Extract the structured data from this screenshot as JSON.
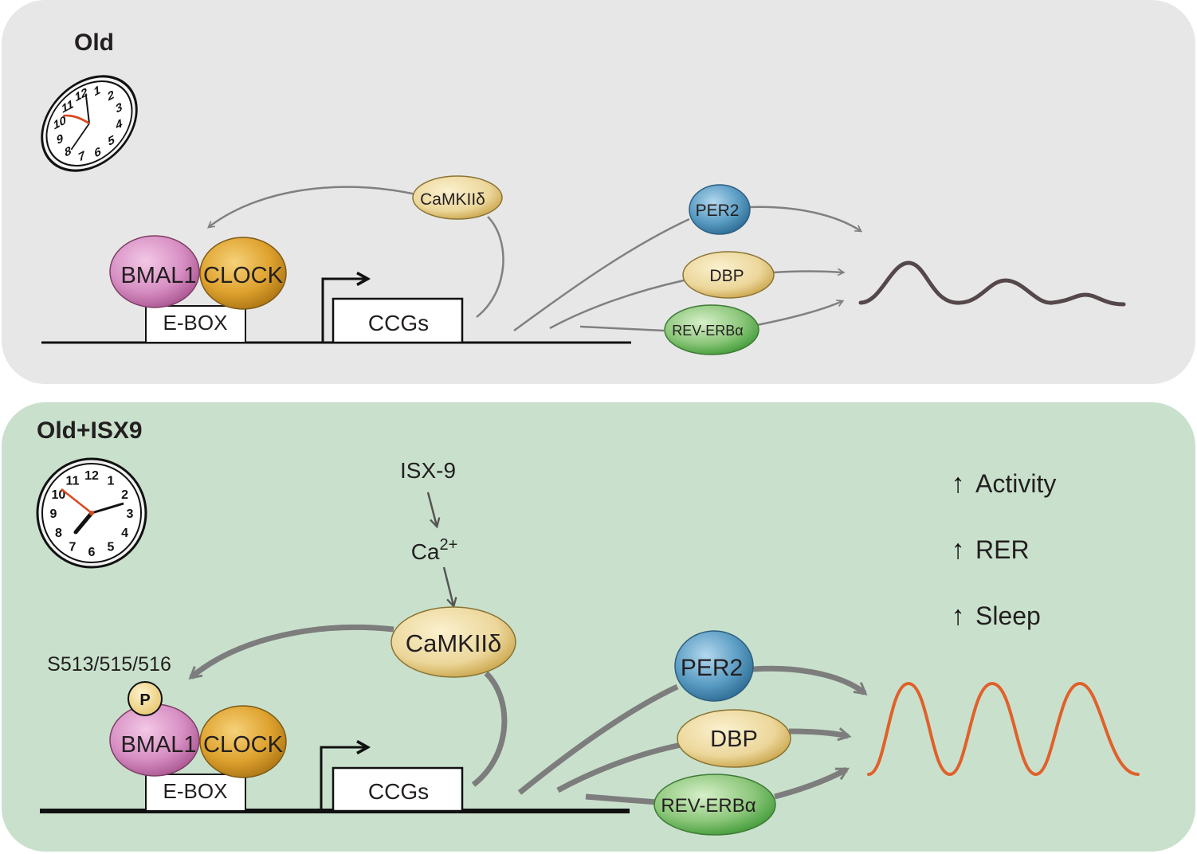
{
  "top_panel": {
    "title": "Old",
    "proteins": {
      "bmal1": "BMAL1",
      "clock": "CLOCK",
      "camk": "CaMKIIδ",
      "per2": "PER2",
      "dbp": "DBP",
      "rev": "REV-ERBα"
    },
    "ebox": "E-BOX",
    "ccgs": "CCGs",
    "clock_numbers": [
      "12",
      "1",
      "2",
      "3",
      "4",
      "5",
      "6",
      "7",
      "8",
      "9",
      "10",
      "11"
    ]
  },
  "bottom_panel": {
    "title": "Old+ISX9",
    "isx9": "ISX-9",
    "ca_base": "Ca",
    "ca_sup": "2+",
    "phospho_sites": "S513/515/516",
    "phospho_label": "P",
    "proteins": {
      "bmal1": "BMAL1",
      "clock": "CLOCK",
      "camk": "CaMKIIδ",
      "per2": "PER2",
      "dbp": "DBP",
      "rev": "REV-ERBα"
    },
    "ebox": "E-BOX",
    "ccgs": "CCGs",
    "outcome_arrow": "↑",
    "outcomes": [
      "Activity",
      "RER",
      "Sleep"
    ],
    "clock_numbers": [
      "12",
      "1",
      "2",
      "3",
      "4",
      "5",
      "6",
      "7",
      "8",
      "9",
      "10",
      "11"
    ]
  },
  "colors": {
    "old_bg": "#e8e7e7",
    "isx_bg": "#c9e1cc",
    "bmal1": "#d78fc3",
    "clock": "#dea22e",
    "camk": "#ecd79b",
    "per2": "#5a9cc3",
    "dbp": "#ecd79b",
    "rev": "#8dc77b",
    "wave_old": "#55484a",
    "wave_new": "#e0612b",
    "arrow_gray": "#808080",
    "clock_hand_red": "#d9481e"
  }
}
